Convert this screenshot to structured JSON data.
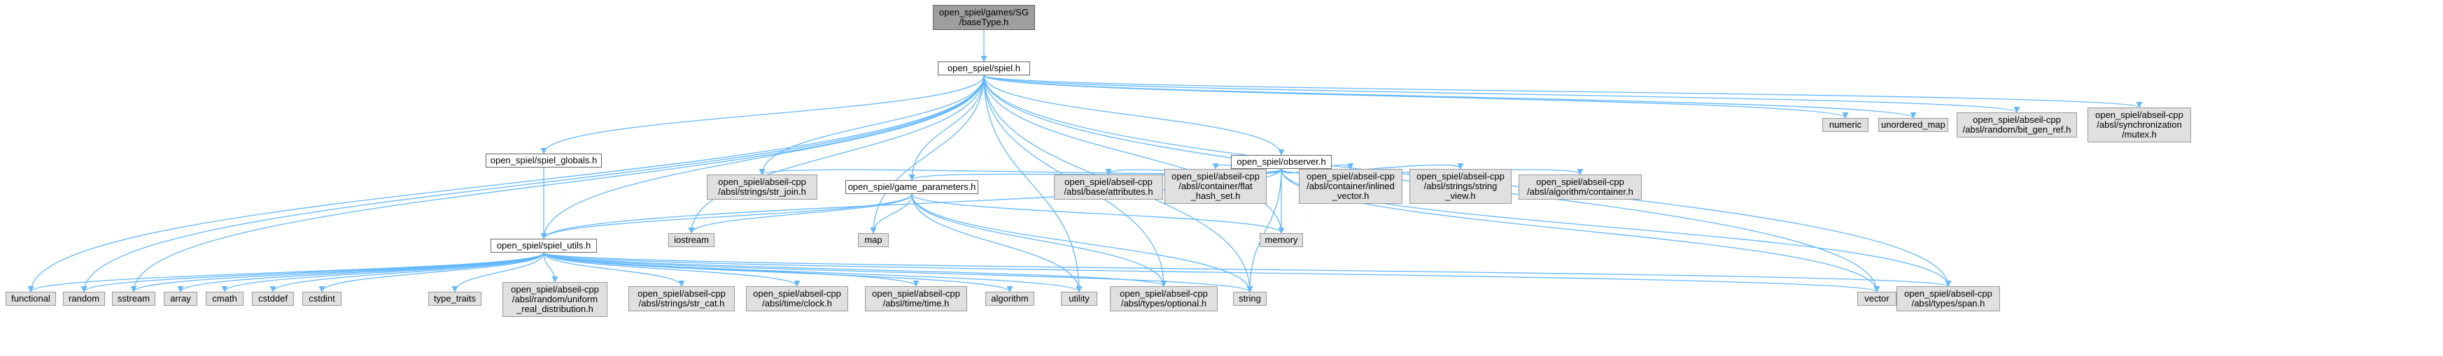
{
  "diagram": {
    "nodes": [
      {
        "id": "basetype",
        "label": "open_spiel/games/SG\n/baseType.h",
        "kind": "root"
      },
      {
        "id": "spiel",
        "label": "open_spiel/spiel.h",
        "kind": "file"
      },
      {
        "id": "spiel_globals",
        "label": "open_spiel/spiel_globals.h",
        "kind": "file"
      },
      {
        "id": "observer",
        "label": "open_spiel/observer.h",
        "kind": "file"
      },
      {
        "id": "game_parameters",
        "label": "open_spiel/game_parameters.h",
        "kind": "file"
      },
      {
        "id": "spiel_utils",
        "label": "open_spiel/spiel_utils.h",
        "kind": "file"
      },
      {
        "id": "numeric",
        "label": "numeric",
        "kind": "system"
      },
      {
        "id": "unordered_map",
        "label": "unordered_map",
        "kind": "system"
      },
      {
        "id": "bit_gen_ref",
        "label": "open_spiel/abseil-cpp\n/absl/random/bit_gen_ref.h",
        "kind": "system"
      },
      {
        "id": "mutex",
        "label": "open_spiel/abseil-cpp\n/absl/synchronization\n/mutex.h",
        "kind": "system"
      },
      {
        "id": "str_join",
        "label": "open_spiel/abseil-cpp\n/absl/strings/str_join.h",
        "kind": "system"
      },
      {
        "id": "attributes",
        "label": "open_spiel/abseil-cpp\n/absl/base/attributes.h",
        "kind": "system"
      },
      {
        "id": "flat_hash_set",
        "label": "open_spiel/abseil-cpp\n/absl/container/flat\n_hash_set.h",
        "kind": "system"
      },
      {
        "id": "inlined_vector",
        "label": "open_spiel/abseil-cpp\n/absl/container/inlined\n_vector.h",
        "kind": "system"
      },
      {
        "id": "string_view",
        "label": "open_spiel/abseil-cpp\n/absl/strings/string\n_view.h",
        "kind": "system"
      },
      {
        "id": "algo_container",
        "label": "open_spiel/abseil-cpp\n/absl/algorithm/container.h",
        "kind": "system"
      },
      {
        "id": "iostream",
        "label": "iostream",
        "kind": "system"
      },
      {
        "id": "map",
        "label": "map",
        "kind": "system"
      },
      {
        "id": "memory",
        "label": "memory",
        "kind": "system"
      },
      {
        "id": "functional",
        "label": "functional",
        "kind": "system"
      },
      {
        "id": "random",
        "label": "random",
        "kind": "system"
      },
      {
        "id": "sstream",
        "label": "sstream",
        "kind": "system"
      },
      {
        "id": "array",
        "label": "array",
        "kind": "system"
      },
      {
        "id": "cmath",
        "label": "cmath",
        "kind": "system"
      },
      {
        "id": "cstddef",
        "label": "cstddef",
        "kind": "system"
      },
      {
        "id": "cstdint",
        "label": "cstdint",
        "kind": "system"
      },
      {
        "id": "type_traits",
        "label": "type_traits",
        "kind": "system"
      },
      {
        "id": "uniform_real",
        "label": "open_spiel/abseil-cpp\n/absl/random/uniform\n_real_distribution.h",
        "kind": "system"
      },
      {
        "id": "str_cat",
        "label": "open_spiel/abseil-cpp\n/absl/strings/str_cat.h",
        "kind": "system"
      },
      {
        "id": "clock",
        "label": "open_spiel/abseil-cpp\n/absl/time/clock.h",
        "kind": "system"
      },
      {
        "id": "time",
        "label": "open_spiel/abseil-cpp\n/absl/time/time.h",
        "kind": "system"
      },
      {
        "id": "algorithm",
        "label": "algorithm",
        "kind": "system"
      },
      {
        "id": "utility",
        "label": "utility",
        "kind": "system"
      },
      {
        "id": "optional",
        "label": "open_spiel/abseil-cpp\n/absl/types/optional.h",
        "kind": "system"
      },
      {
        "id": "string",
        "label": "string",
        "kind": "system"
      },
      {
        "id": "vector",
        "label": "vector",
        "kind": "system"
      },
      {
        "id": "span",
        "label": "open_spiel/abseil-cpp\n/absl/types/span.h",
        "kind": "system"
      }
    ],
    "edges": [
      [
        "basetype",
        "spiel"
      ],
      [
        "spiel",
        "numeric"
      ],
      [
        "spiel",
        "unordered_map"
      ],
      [
        "spiel",
        "bit_gen_ref"
      ],
      [
        "spiel",
        "mutex"
      ],
      [
        "spiel",
        "spiel_globals"
      ],
      [
        "spiel",
        "observer"
      ],
      [
        "spiel",
        "game_parameters"
      ],
      [
        "spiel",
        "spiel_utils"
      ],
      [
        "spiel",
        "str_join"
      ],
      [
        "spiel",
        "iostream"
      ],
      [
        "spiel",
        "map"
      ],
      [
        "spiel",
        "memory"
      ],
      [
        "spiel",
        "functional"
      ],
      [
        "spiel",
        "random"
      ],
      [
        "spiel",
        "sstream"
      ],
      [
        "spiel",
        "optional"
      ],
      [
        "spiel",
        "string"
      ],
      [
        "spiel",
        "vector"
      ],
      [
        "spiel",
        "span"
      ],
      [
        "spiel",
        "utility"
      ],
      [
        "spiel_globals",
        "spiel_utils"
      ],
      [
        "observer",
        "attributes"
      ],
      [
        "observer",
        "flat_hash_set"
      ],
      [
        "observer",
        "inlined_vector"
      ],
      [
        "observer",
        "string_view"
      ],
      [
        "observer",
        "algo_container"
      ],
      [
        "observer",
        "str_join"
      ],
      [
        "observer",
        "game_parameters"
      ],
      [
        "observer",
        "spiel_utils"
      ],
      [
        "observer",
        "memory"
      ],
      [
        "observer",
        "string"
      ],
      [
        "observer",
        "vector"
      ],
      [
        "observer",
        "span"
      ],
      [
        "game_parameters",
        "spiel_utils"
      ],
      [
        "game_parameters",
        "iostream"
      ],
      [
        "game_parameters",
        "map"
      ],
      [
        "game_parameters",
        "memory"
      ],
      [
        "game_parameters",
        "utility"
      ],
      [
        "game_parameters",
        "optional"
      ],
      [
        "game_parameters",
        "string"
      ],
      [
        "spiel_utils",
        "functional"
      ],
      [
        "spiel_utils",
        "random"
      ],
      [
        "spiel_utils",
        "sstream"
      ],
      [
        "spiel_utils",
        "array"
      ],
      [
        "spiel_utils",
        "cmath"
      ],
      [
        "spiel_utils",
        "cstddef"
      ],
      [
        "spiel_utils",
        "cstdint"
      ],
      [
        "spiel_utils",
        "type_traits"
      ],
      [
        "spiel_utils",
        "uniform_real"
      ],
      [
        "spiel_utils",
        "str_cat"
      ],
      [
        "spiel_utils",
        "clock"
      ],
      [
        "spiel_utils",
        "time"
      ],
      [
        "spiel_utils",
        "algorithm"
      ],
      [
        "spiel_utils",
        "utility"
      ],
      [
        "spiel_utils",
        "optional"
      ],
      [
        "spiel_utils",
        "string"
      ],
      [
        "spiel_utils",
        "vector"
      ],
      [
        "spiel_utils",
        "span"
      ]
    ]
  },
  "colors": {
    "edge": "#63b8ff",
    "root_fill": "#9e9e9e",
    "file_fill": "#ffffff",
    "system_fill": "#e0e0e0",
    "border": "#666666"
  }
}
